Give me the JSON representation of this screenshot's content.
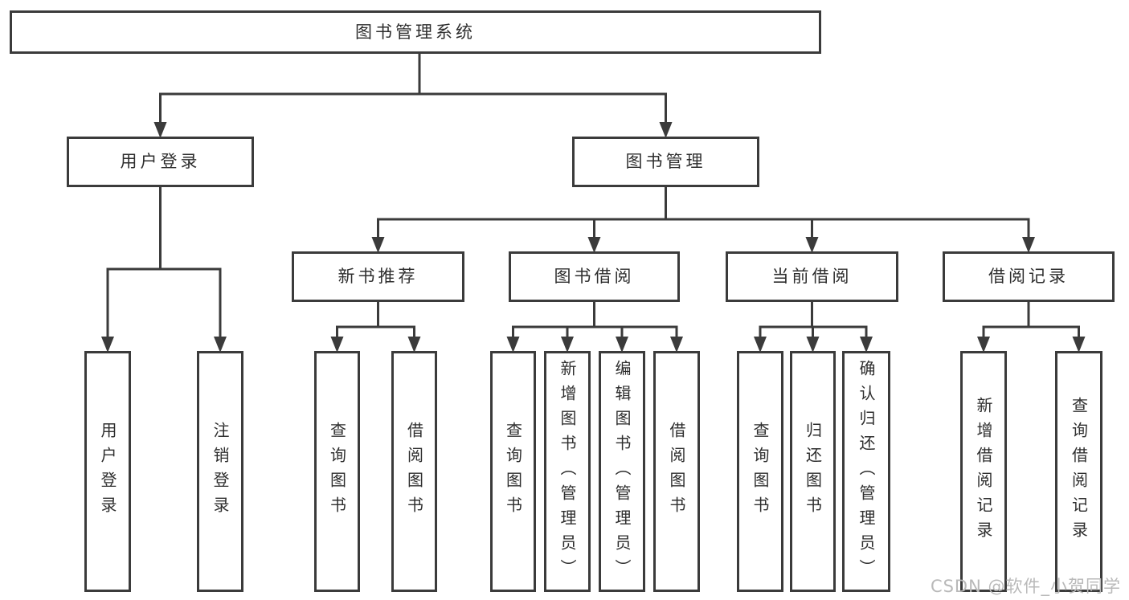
{
  "diagram": {
    "title": "图书管理系统",
    "watermark": "CSDN @软件_小贺同学",
    "colors": {
      "background": "#ffffff",
      "line": "#3b3b3b",
      "box_border": "#3b3b3b",
      "text": "#2e2e2e",
      "watermark": "#b9b9b9"
    },
    "nodes": [
      {
        "id": "root",
        "label": "图书管理系统",
        "parent": null,
        "orientation": "horizontal"
      },
      {
        "id": "user-login",
        "label": "用户登录",
        "parent": "root",
        "orientation": "horizontal"
      },
      {
        "id": "book-mgmt",
        "label": "图书管理",
        "parent": "root",
        "orientation": "horizontal"
      },
      {
        "id": "new-book-rec",
        "label": "新书推荐",
        "parent": "book-mgmt",
        "orientation": "horizontal"
      },
      {
        "id": "book-borrow",
        "label": "图书借阅",
        "parent": "book-mgmt",
        "orientation": "horizontal"
      },
      {
        "id": "current-borrow",
        "label": "当前借阅",
        "parent": "book-mgmt",
        "orientation": "horizontal"
      },
      {
        "id": "borrow-records",
        "label": "借阅记录",
        "parent": "book-mgmt",
        "orientation": "horizontal"
      },
      {
        "id": "v-user-login",
        "label": "用户登录",
        "parent": "user-login",
        "orientation": "vertical"
      },
      {
        "id": "v-logout",
        "label": "注销登录",
        "parent": "user-login",
        "orientation": "vertical"
      },
      {
        "id": "v-query-book-1",
        "label": "查询图书",
        "parent": "new-book-rec",
        "orientation": "vertical"
      },
      {
        "id": "v-borrow-book-1",
        "label": "借阅图书",
        "parent": "new-book-rec",
        "orientation": "vertical"
      },
      {
        "id": "v-query-book-2",
        "label": "查询图书",
        "parent": "book-borrow",
        "orientation": "vertical"
      },
      {
        "id": "v-add-book",
        "label": "新增图书（管理员）",
        "parent": "book-borrow",
        "orientation": "vertical"
      },
      {
        "id": "v-edit-book",
        "label": "编辑图书（管理员）",
        "parent": "book-borrow",
        "orientation": "vertical"
      },
      {
        "id": "v-borrow-book-2",
        "label": "借阅图书",
        "parent": "book-borrow",
        "orientation": "vertical"
      },
      {
        "id": "v-query-book-3",
        "label": "查询图书",
        "parent": "current-borrow",
        "orientation": "vertical"
      },
      {
        "id": "v-return-book",
        "label": "归还图书",
        "parent": "current-borrow",
        "orientation": "vertical"
      },
      {
        "id": "v-confirm-return",
        "label": "确认归还（管理员）",
        "parent": "current-borrow",
        "orientation": "vertical"
      },
      {
        "id": "v-add-borrow-record",
        "label": "新增借阅记录",
        "parent": "borrow-records",
        "orientation": "vertical"
      },
      {
        "id": "v-query-borrow-record",
        "label": "查询借阅记录",
        "parent": "borrow-records",
        "orientation": "vertical"
      }
    ]
  }
}
